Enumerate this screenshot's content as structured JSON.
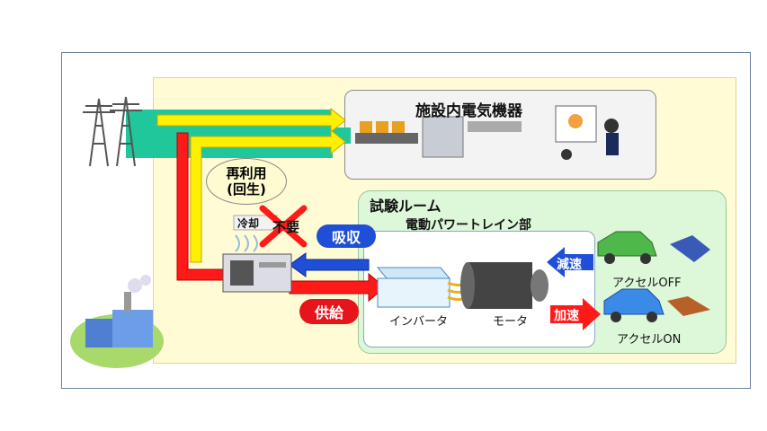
{
  "facility_title": "施設内電気機器",
  "regen_label_line1": "再利用",
  "regen_label_line2": "(回生)",
  "cooling_label": "冷却",
  "unnecessary_label": "不要",
  "absorb_label": "吸収",
  "supply_label": "供給",
  "test_room_title": "試験ルーム",
  "powertrain_title": "電動パワートレイン部",
  "inverter_label": "インバータ",
  "motor_label": "モータ",
  "decel_label": "減速",
  "accel_label": "加速",
  "accel_off_label": "アクセルOFF",
  "accel_on_label": "アクセルON",
  "colors": {
    "yellow_arrow": "#ffef00",
    "red_arrow": "#ff1a1a",
    "teal_band": "#1fc79b",
    "blue_pill": "#1f4fd6",
    "red_pill": "#e8141c"
  }
}
